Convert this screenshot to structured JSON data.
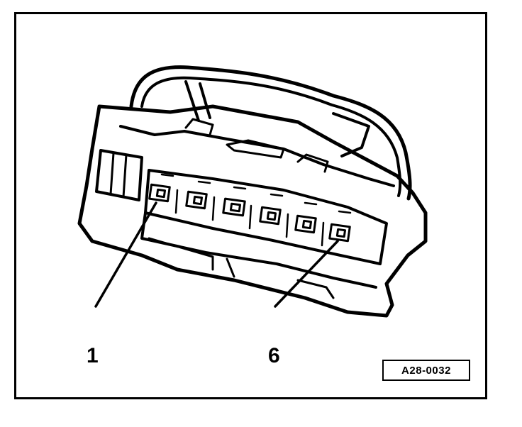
{
  "figure": {
    "callouts": [
      {
        "id": "1",
        "label": "1"
      },
      {
        "id": "6",
        "label": "6"
      }
    ],
    "figure_code": "A28-0032",
    "pin_count": 6
  },
  "colors": {
    "ink": "#000000",
    "paper": "#ffffff"
  }
}
